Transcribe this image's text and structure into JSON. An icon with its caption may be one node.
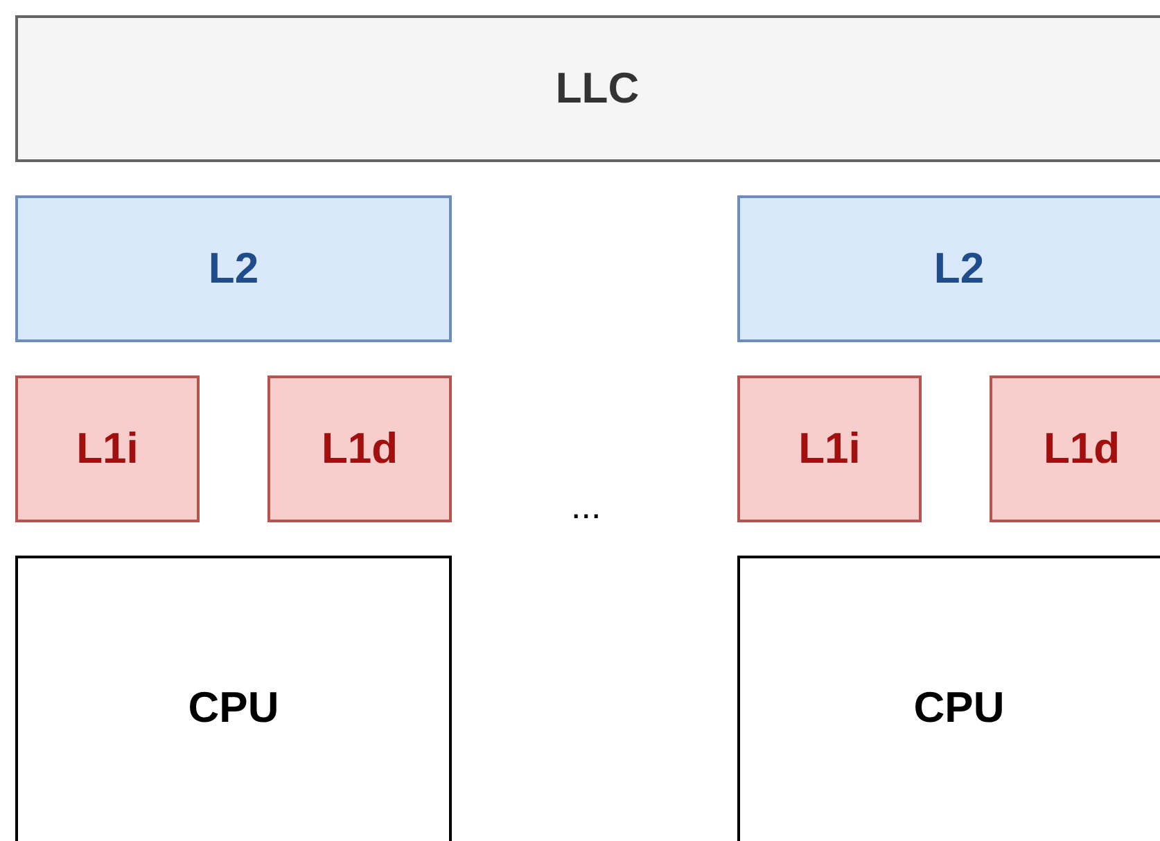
{
  "diagram": {
    "nodes": [
      {
        "text": [
          "LLC"
        ]
      },
      {
        "text": [
          "L2"
        ]
      },
      {
        "text": [
          "L2"
        ]
      },
      {
        "text": [
          "L1i"
        ]
      },
      {
        "text": [
          "L1d"
        ]
      },
      {
        "text": [
          "L1i"
        ]
      },
      {
        "text": [
          "L1d"
        ]
      },
      {
        "text": [
          "CPU"
        ]
      },
      {
        "text": [
          "CPU"
        ]
      }
    ],
    "labels": [
      "..."
    ]
  }
}
